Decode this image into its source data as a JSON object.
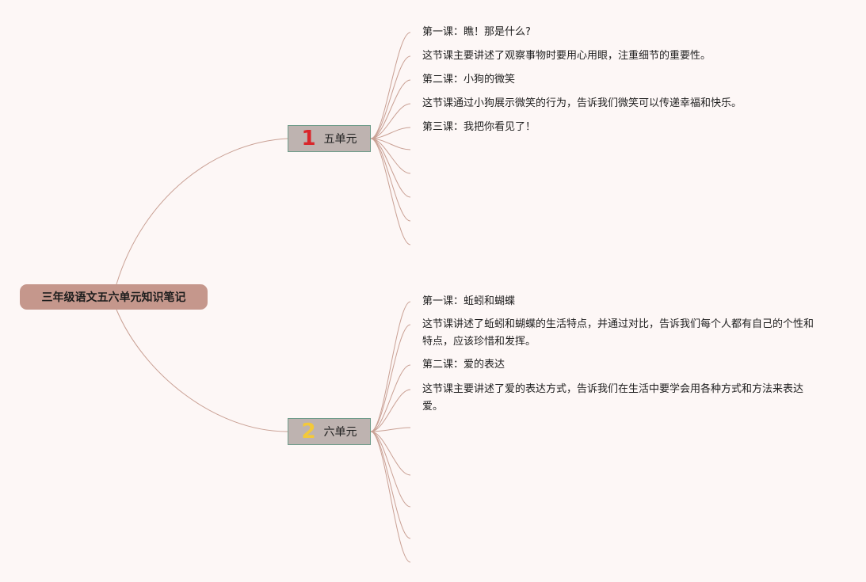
{
  "root": {
    "title": "三年级语文五六单元知识笔记"
  },
  "units": [
    {
      "number": "1",
      "label": "五单元",
      "color": "#d9262b",
      "leaves": [
        "第一课：瞧！那是什么?",
        "这节课主要讲述了观察事物时要用心用眼，注重细节的重要性。",
        "第二课：小狗的微笑",
        "这节课通过小狗展示微笑的行为，告诉我们微笑可以传递幸福和快乐。",
        "第三课：我把你看见了！",
        "",
        "",
        "",
        "",
        ""
      ]
    },
    {
      "number": "2",
      "label": "六单元",
      "color": "#f3c93a",
      "leaves": [
        "第一课：蚯蚓和蝴蝶",
        "这节课讲述了蚯蚓和蝴蝶的生活特点，并通过对比，告诉我们每个人都有自己的个性和特点，应该珍惜和发挥。",
        "第二课：爱的表达",
        "这节课主要讲述了爱的表达方式，告诉我们在生活中要学会用各种方式和方法来表达爱。",
        "",
        "",
        "",
        "",
        ""
      ]
    }
  ],
  "colors": {
    "link": "#c9a094",
    "background": "#fdf7f6",
    "root_fill": "#c5978c",
    "unit_fill": "#beb3b0"
  }
}
